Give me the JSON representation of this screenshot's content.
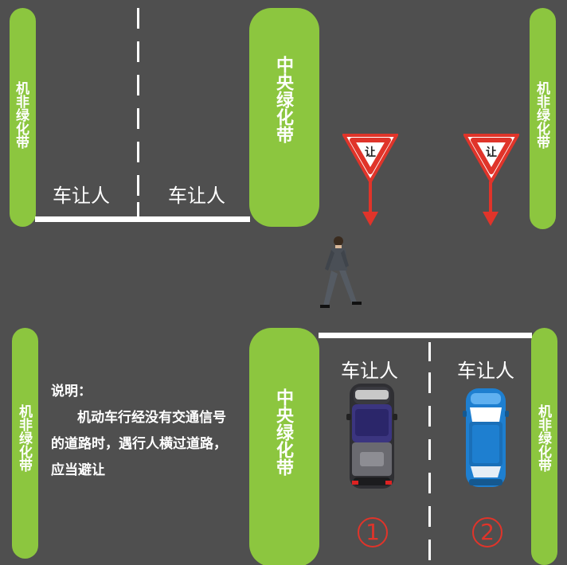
{
  "labels": {
    "bike_buffer": "机非绿化带",
    "median": "中央绿化带",
    "yield_to_pedestrians": "车让人",
    "yield_sign": "让"
  },
  "note": {
    "title": "说明：",
    "line1": "机动车行经没有交通信号",
    "line2": "的道路时，遇行人横过道路，",
    "line3": "应当避让"
  },
  "markers": {
    "car1": "1",
    "car2": "2"
  },
  "colors": {
    "road": "#4f4f4f",
    "green_belt": "#8cc63f",
    "sign_red": "#e0342a",
    "car1_body": "#3b3580",
    "car2_body": "#1e7fd0"
  }
}
